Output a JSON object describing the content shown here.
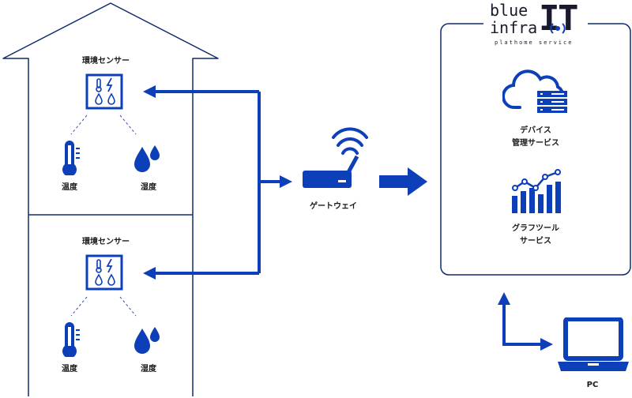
{
  "house": {
    "floors": [
      {
        "sensor_label": "環境センサー",
        "thermo_label": "温度",
        "humid_label": "湿度"
      },
      {
        "sensor_label": "環境センサー",
        "thermo_label": "温度",
        "humid_label": "湿度"
      }
    ]
  },
  "gateway": {
    "label": "ゲートウェイ"
  },
  "cloud": {
    "brand": {
      "word1": "blue",
      "word2": "infra",
      "letter_i": "I",
      "letter_t": "T",
      "tagline": "plathome service"
    },
    "device_service": {
      "line1": "デバイス",
      "line2": "管理サービス"
    },
    "graph_service": {
      "line1": "グラフツール",
      "line2": "サービス"
    }
  },
  "pc": {
    "label": "PC"
  },
  "colors": {
    "accent": "#0d3fb8",
    "outline": "#0f2a6e",
    "dark": "#1a1a2e"
  }
}
